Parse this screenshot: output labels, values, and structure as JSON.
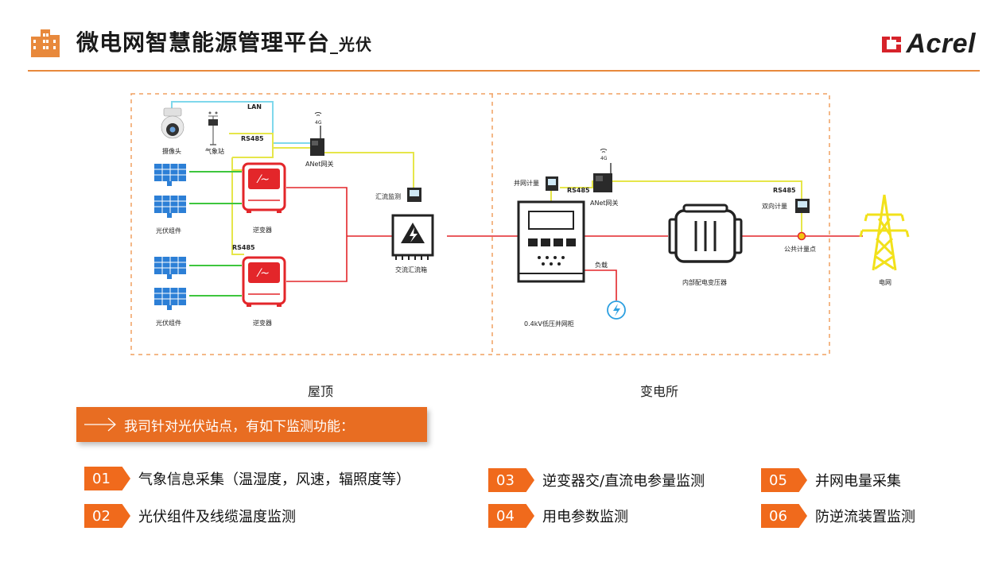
{
  "header": {
    "title": "微电网智慧能源管理平台",
    "subtitle": "_光伏",
    "brand": "Acrel"
  },
  "colors": {
    "accent": "#e86d22",
    "inverter_red": "#e3262a",
    "power_line": "#e3262a",
    "pv_line": "#3ec63e",
    "rs485_line": "#e6e64a",
    "lan_line": "#7fd8ec",
    "solar_blue": "#2c7fd6",
    "tower_yellow": "#f2e11a"
  },
  "diagram": {
    "labels": {
      "camera": "摄像头",
      "weather": "气象站",
      "lan": "LAN",
      "rs485_top": "RS485",
      "g4_left": "4G",
      "anet_left": "ANet网关",
      "pv1": "光伏组件",
      "pv2": "光伏组件",
      "inv1": "逆变器",
      "inv2": "逆变器",
      "rs485_mid": "RS485",
      "combiner_monitor": "汇流监测",
      "ac_combiner": "交流汇流箱",
      "grid_meter": "并网计量",
      "rs485_right1": "RS485",
      "g4_right": "4G",
      "anet_right": "ANet网关",
      "rs485_right2": "RS485",
      "bidir_meter": "双向计量",
      "load": "负载",
      "cabinet": "0.4kV低压并网柜",
      "transformer": "内部配电变压器",
      "pcc": "公共计量点",
      "grid": "电网"
    },
    "regions": {
      "roof": "屋顶",
      "substation": "变电所"
    }
  },
  "banner": {
    "text": "我司针对光伏站点，有如下监测功能："
  },
  "features": [
    {
      "num": "01",
      "text": "气象信息采集（温湿度，风速，辐照度等）"
    },
    {
      "num": "02",
      "text": "光伏组件及线缆温度监测"
    },
    {
      "num": "03",
      "text": "逆变器交/直流电参量监测"
    },
    {
      "num": "04",
      "text": "用电参数监测"
    },
    {
      "num": "05",
      "text": "并网电量采集"
    },
    {
      "num": "06",
      "text": "防逆流装置监测"
    }
  ]
}
